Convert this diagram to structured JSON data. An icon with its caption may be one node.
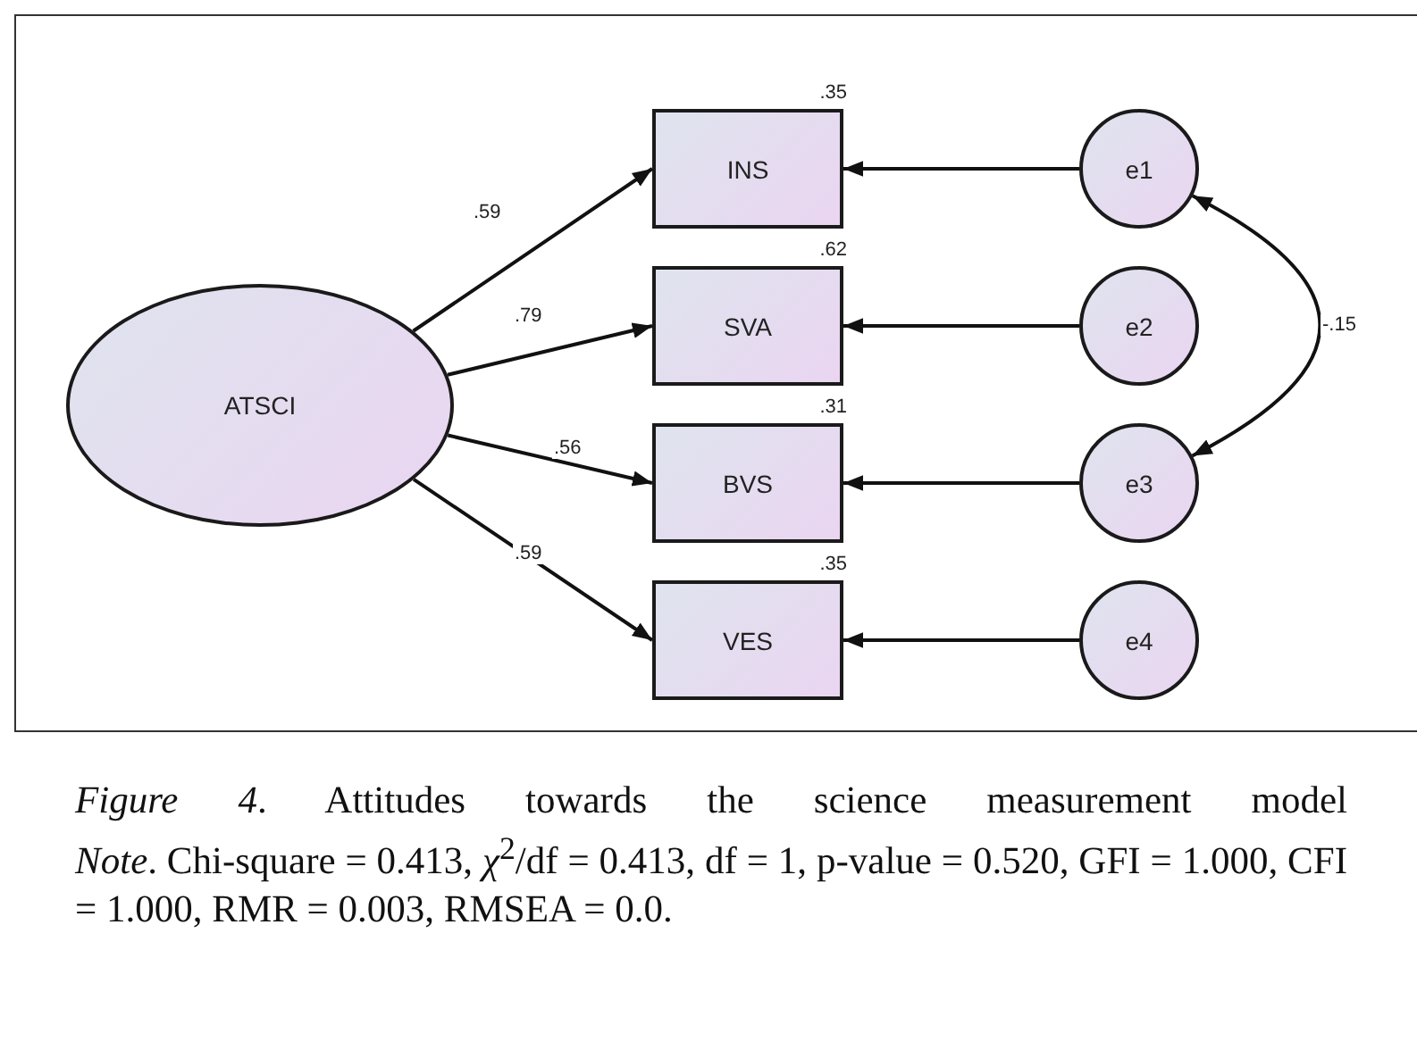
{
  "diagram": {
    "caption": "*Figure 4*. Attitudes towards the science measurement model",
    "nodes": [
      {
        "text": [
          "ATSCI"
        ]
      },
      {
        "text": [
          "INS"
        ],
        "beside": [
          ".35"
        ]
      },
      {
        "text": [
          "SVA"
        ],
        "beside": [
          ".62"
        ]
      },
      {
        "text": [
          "BVS"
        ],
        "beside": [
          ".31"
        ]
      },
      {
        "text": [
          "VES"
        ],
        "beside": [
          ".35"
        ]
      },
      {
        "text": [
          "e1"
        ]
      },
      {
        "text": [
          "e2"
        ]
      },
      {
        "text": [
          "e3"
        ]
      },
      {
        "text": [
          "e4"
        ]
      }
    ],
    "edges": [
      {
        "from": 0,
        "to": 1,
        "arrow": "to",
        "label": ".59"
      },
      {
        "from": 0,
        "to": 2,
        "arrow": "to",
        "label": ".79"
      },
      {
        "from": 0,
        "to": 3,
        "arrow": "to",
        "label": ".56"
      },
      {
        "from": 0,
        "to": 4,
        "arrow": "to",
        "label": ".59"
      },
      {
        "from": 5,
        "to": 1,
        "arrow": "to"
      },
      {
        "from": 6,
        "to": 2,
        "arrow": "to"
      },
      {
        "from": 7,
        "to": 3,
        "arrow": "to"
      },
      {
        "from": 8,
        "to": 4,
        "arrow": "to"
      },
      {
        "from": 5,
        "to": 7,
        "arrow": "both",
        "label": "-.15"
      }
    ],
    "labels": [
      "*Note*. Chi-square = 0.413, *χ*$^{2}$/df = 0.413, df = 1, p-value = 0.520, GFI = 1.000, CFI = 1.000, RMR = 0.003, RMSEA = 0.0."
    ]
  }
}
